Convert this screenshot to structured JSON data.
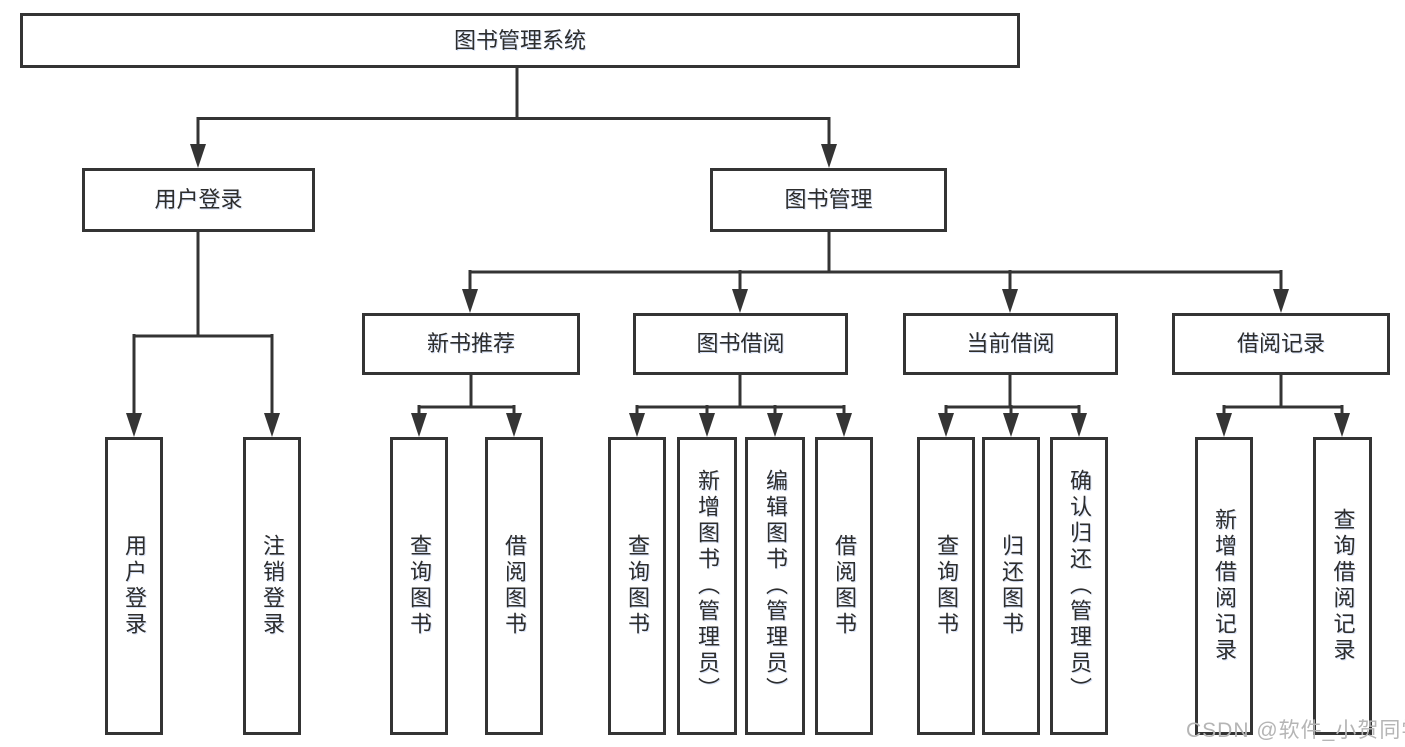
{
  "diagram": {
    "root": "图书管理系统",
    "level2": {
      "user_login": "用户登录",
      "book_mgmt": "图书管理"
    },
    "level3": {
      "new_books": "新书推荐",
      "borrowing": "图书借阅",
      "current": "当前借阅",
      "records": "借阅记录"
    },
    "leaves": {
      "user_login": [
        "用户登录",
        "注销登录"
      ],
      "new_books": [
        "查询图书",
        "借阅图书"
      ],
      "borrowing": [
        "查询图书",
        "新增图书（管理员）",
        "编辑图书（管理员）",
        "借阅图书"
      ],
      "current": [
        "查询图书",
        "归还图书",
        "确认归还（管理员）"
      ],
      "records": [
        "新增借阅记录",
        "查询借阅记录"
      ]
    }
  },
  "watermark": "CSDN @软件_小贺同学",
  "colors": {
    "line": "#343434",
    "text": "#2d2d2d",
    "watermark": "#b5b5b5"
  }
}
